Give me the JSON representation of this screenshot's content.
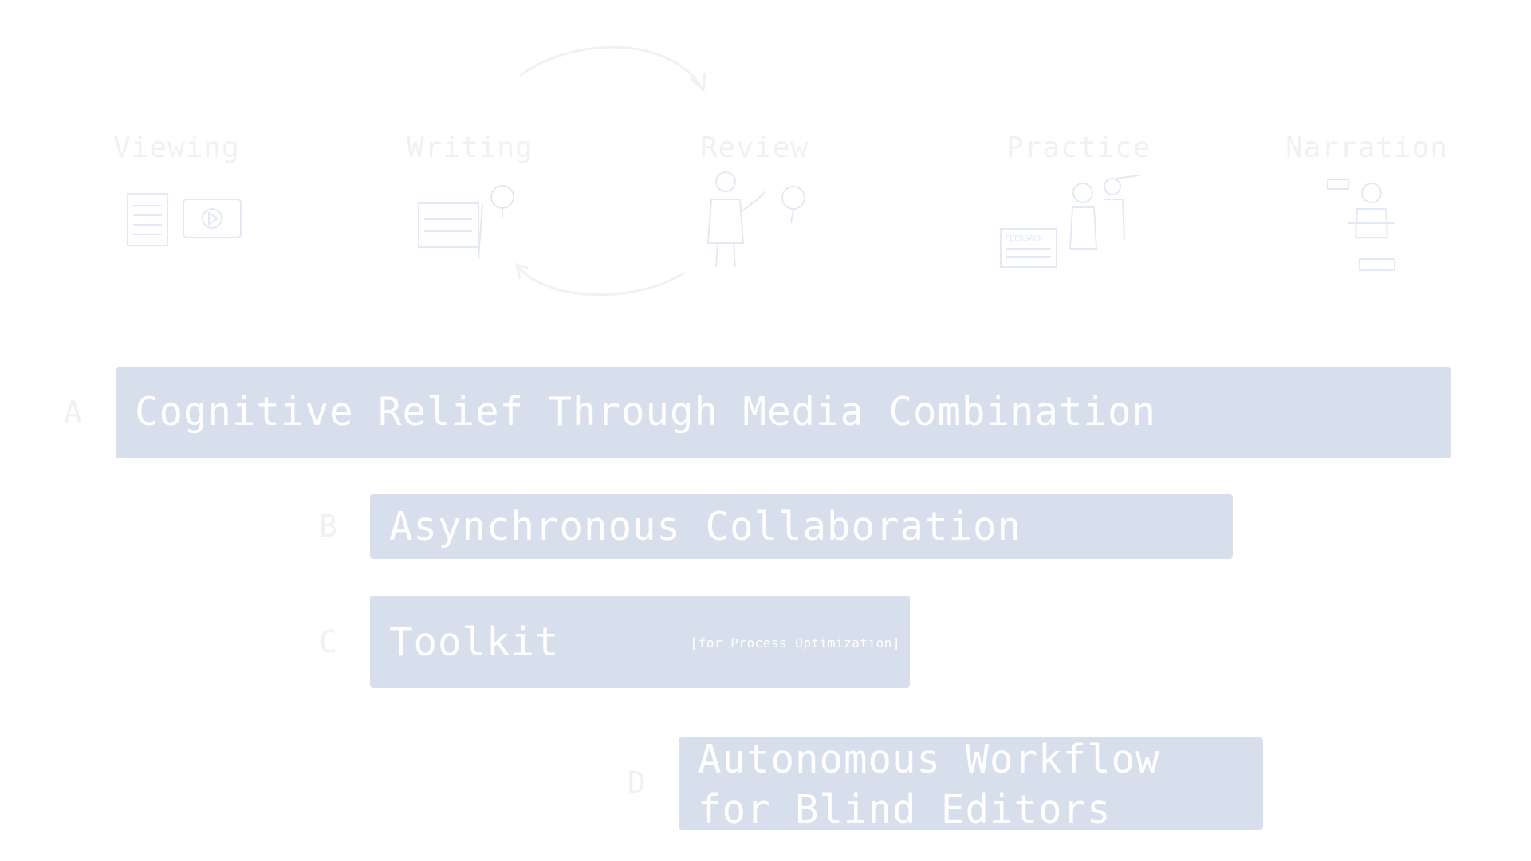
{
  "stages": [
    {
      "label": "Viewing",
      "icon": "document-video-icon"
    },
    {
      "label": "Writing",
      "icon": "writing-idea-icon"
    },
    {
      "label": "Review",
      "icon": "reviewer-icon"
    },
    {
      "label": "Practice",
      "icon": "feedback-practice-icon"
    },
    {
      "label": "Narration",
      "icon": "narrator-recording-icon"
    }
  ],
  "practice_icon_text": "FEEDBACK",
  "bars": [
    {
      "letter": "A",
      "label": "Cognitive Relief Through Media Combination"
    },
    {
      "letter": "B",
      "label": "Asynchronous Collaboration"
    },
    {
      "letter": "C",
      "label": "Toolkit",
      "sub": "[for Process Optimization]"
    },
    {
      "letter": "D",
      "label": "Autonomous Workflow for Blind Editors"
    }
  ],
  "colors": {
    "bar_fill": "#d8dfec",
    "bar_text": "#ffffff",
    "faded_text": "#f0f1f3",
    "faded_icon": "#e3e9f4"
  }
}
